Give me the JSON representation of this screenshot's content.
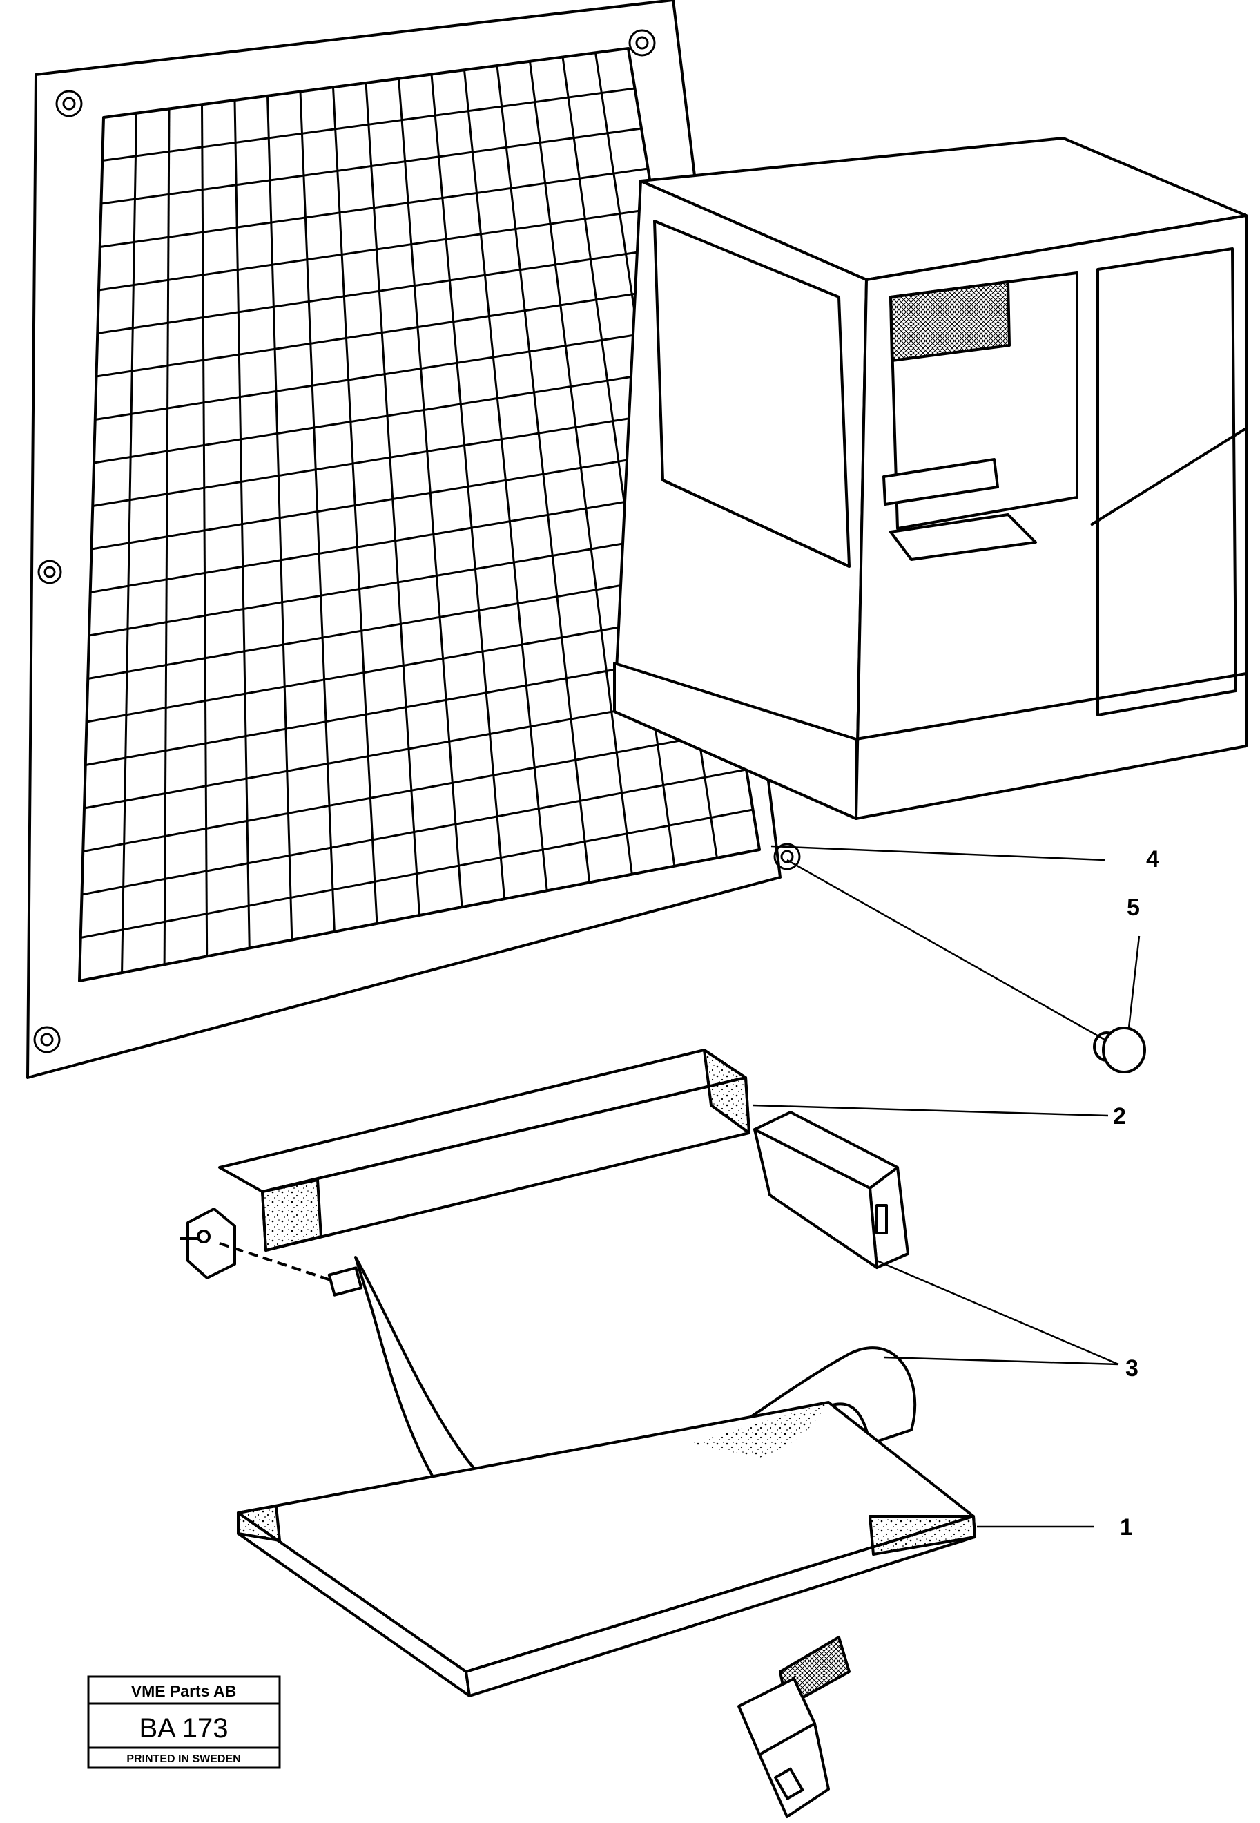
{
  "callouts": {
    "c1": "1",
    "c2": "2",
    "c3": "3",
    "c4": "4",
    "c5": "5"
  },
  "stamp": {
    "company": "VME Parts AB",
    "code": "BA 173",
    "printed": "PRINTED IN SWEDEN"
  }
}
